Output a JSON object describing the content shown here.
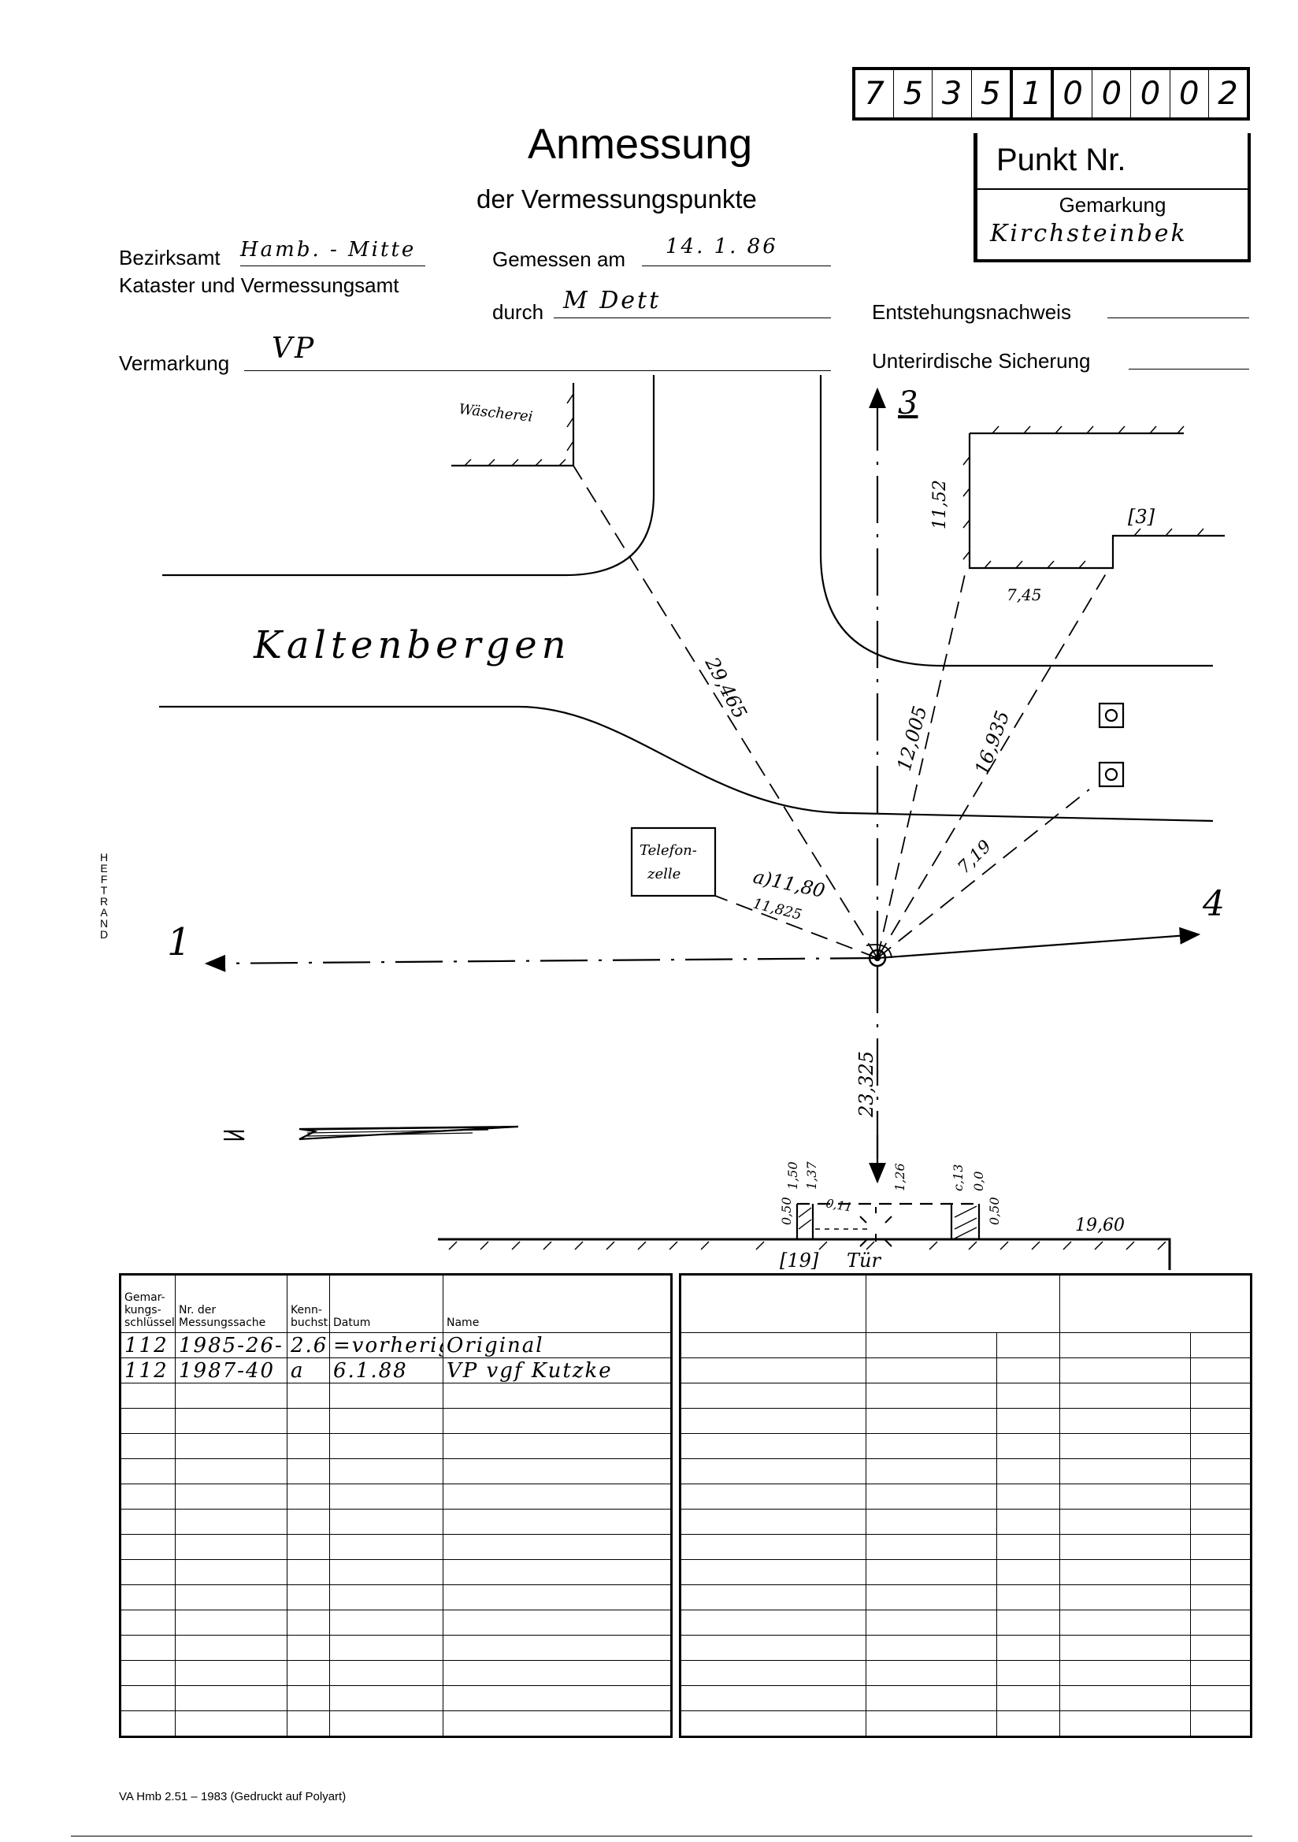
{
  "form": {
    "title": "Anmessung",
    "subtitle": "der Vermessungspunkte",
    "number_digits": [
      "7",
      "5",
      "3",
      "5",
      "1",
      "0",
      "0",
      "0",
      "0",
      "2"
    ],
    "punkt_label": "Punkt Nr.",
    "gemarkung_label": "Gemarkung",
    "gemarkung_value": "Kirchsteinbek",
    "bezirksamt_label": "Bezirksamt",
    "bezirksamt_value": "Hamb. - Mitte",
    "kataster_label": "Kataster und Vermessungsamt",
    "gemessen_label": "Gemessen am",
    "gemessen_value": "14. 1. 86",
    "durch_label": "durch",
    "durch_value": "M Dett",
    "entstehung_label": "Entstehungsnachweis",
    "vermarkung_label": "Vermarkung",
    "vermarkung_value": "VP",
    "unterirdisch_label": "Unterirdische Sicherung",
    "heftrand": "HEFTRAND",
    "footer": "VA Hmb 2.51 – 1983 (Gedruckt auf Polyart)"
  },
  "sketch": {
    "street": "Kaltenbergen",
    "waescherei": "Wäscherei",
    "telefonzelle_1": "Telefon-",
    "telefonzelle_2": "zelle",
    "dir_1": "1",
    "dir_3": "3",
    "dir_4": "4",
    "m_29465": "29,465",
    "m_12005": "12,005",
    "m_16935": "16,935",
    "m_719": "7,19",
    "m_1152": "11,52",
    "m_745": "7,45",
    "bracket_3": "[3]",
    "m_a1180": "a)11,80",
    "m_11825": "11,825",
    "m_23325": "23,325",
    "m_150": "1,50",
    "m_137": "1,37",
    "m_126": "1,26",
    "m_c13": "c,13",
    "m_00": "0,0",
    "m_050a": "0,50",
    "m_011": "0,11",
    "m_050b": "0,50",
    "m_1960": "19,60",
    "bracket_19": "[19]",
    "tuer": "Tür"
  },
  "left_table": {
    "headers": [
      "Gemar-\nkungs-\nschlüssel",
      "Nr. der\nMessungssache",
      "Kenn-\nbuchst.",
      "Datum",
      "Name"
    ],
    "rows": [
      [
        "112",
        "1985-26-",
        "2.6",
        "=vorheriges",
        "Original"
      ],
      [
        "112",
        "1987-40",
        "a",
        "6.1.88",
        "VP vgf Kutzke"
      ]
    ],
    "total_rows": 16
  },
  "right_table": {
    "total_rows": 16
  }
}
